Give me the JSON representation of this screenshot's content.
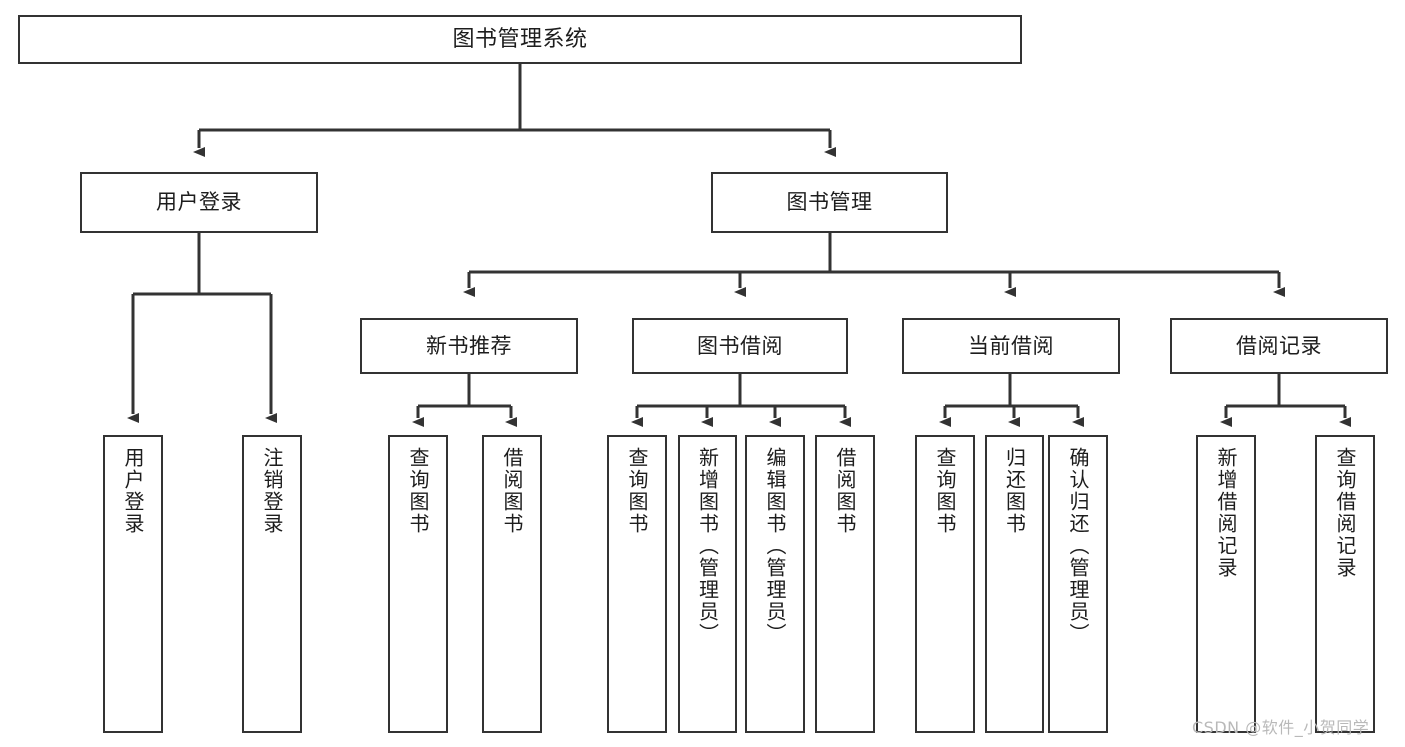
{
  "diagram": {
    "type": "hierarchy-tree",
    "title": "图书管理系统",
    "watermark": "CSDN @软件_小贺同学",
    "colors": {
      "background": "#ffffff",
      "border": "#333333",
      "text": "#1d1d1d",
      "connector": "#333333",
      "watermark": "#b9b9b9"
    },
    "nodes": {
      "root": {
        "label": "图书管理系统"
      },
      "level2": [
        {
          "id": "user-login",
          "label": "用户登录"
        },
        {
          "id": "book-management",
          "label": "图书管理"
        }
      ],
      "level3": [
        {
          "id": "new-book-recommend",
          "label": "新书推荐"
        },
        {
          "id": "book-borrow",
          "label": "图书借阅"
        },
        {
          "id": "current-borrow",
          "label": "当前借阅"
        },
        {
          "id": "borrow-record",
          "label": "借阅记录"
        }
      ],
      "leaves": {
        "user-login": [
          {
            "id": "leaf-user-login",
            "label": "用户登录"
          },
          {
            "id": "leaf-user-logout",
            "label": "注销登录"
          }
        ],
        "new-book-recommend": [
          {
            "id": "leaf-query-book-1",
            "label": "查询图书"
          },
          {
            "id": "leaf-borrow-book-1",
            "label": "借阅图书"
          }
        ],
        "book-borrow": [
          {
            "id": "leaf-query-book-2",
            "label": "查询图书"
          },
          {
            "id": "leaf-add-book",
            "label": "新增图书（管理员）"
          },
          {
            "id": "leaf-edit-book",
            "label": "编辑图书（管理员）"
          },
          {
            "id": "leaf-borrow-book-2",
            "label": "借阅图书"
          }
        ],
        "current-borrow": [
          {
            "id": "leaf-query-book-3",
            "label": "查询图书"
          },
          {
            "id": "leaf-return-book",
            "label": "归还图书"
          },
          {
            "id": "leaf-confirm-return",
            "label": "确认归还（管理员）"
          }
        ],
        "borrow-record": [
          {
            "id": "leaf-add-record",
            "label": "新增借阅记录"
          },
          {
            "id": "leaf-query-record",
            "label": "查询借阅记录"
          }
        ]
      }
    }
  }
}
